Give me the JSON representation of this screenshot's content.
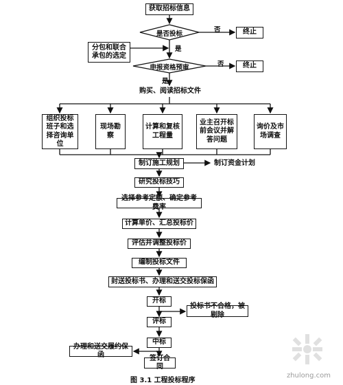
{
  "flowchart": {
    "start": "获取招标信息",
    "decision_bid": "是否投标",
    "decision_prequal": "申报资格预审",
    "no_label": "否",
    "yes_label": "是",
    "stop": "终止",
    "subcontract": "分包和联合承包的选定",
    "buy_docs": "购买、阅读招标文件",
    "parallel_tasks": [
      "组织投标班子和选择咨询单位",
      "现场勘察",
      "计算和复核工程量",
      "业主召开标前会议并解答问题",
      "询价及市场调查"
    ],
    "construction_plan": "制订施工规划",
    "funds_plan": "制订资金计划",
    "study_skills": "研究投标技巧",
    "select_quota": "选择参考定额、确定参考费率",
    "calc_price": "计算单价、汇总投标价",
    "adjust_price": "评估并调整投标价",
    "prepare_docs": "编制投标文件",
    "submit": "封送投标书、办理和送交投标保函",
    "open_bid": "开标",
    "invalid_bid": "投标书不合格，被剔除",
    "evaluate": "评标",
    "award": "中标",
    "performance_bond": "办理和送交履约保函",
    "sign_contract": "签订合同"
  },
  "caption": "图 3.1   工程投标程序",
  "watermark": "zhulong.com"
}
